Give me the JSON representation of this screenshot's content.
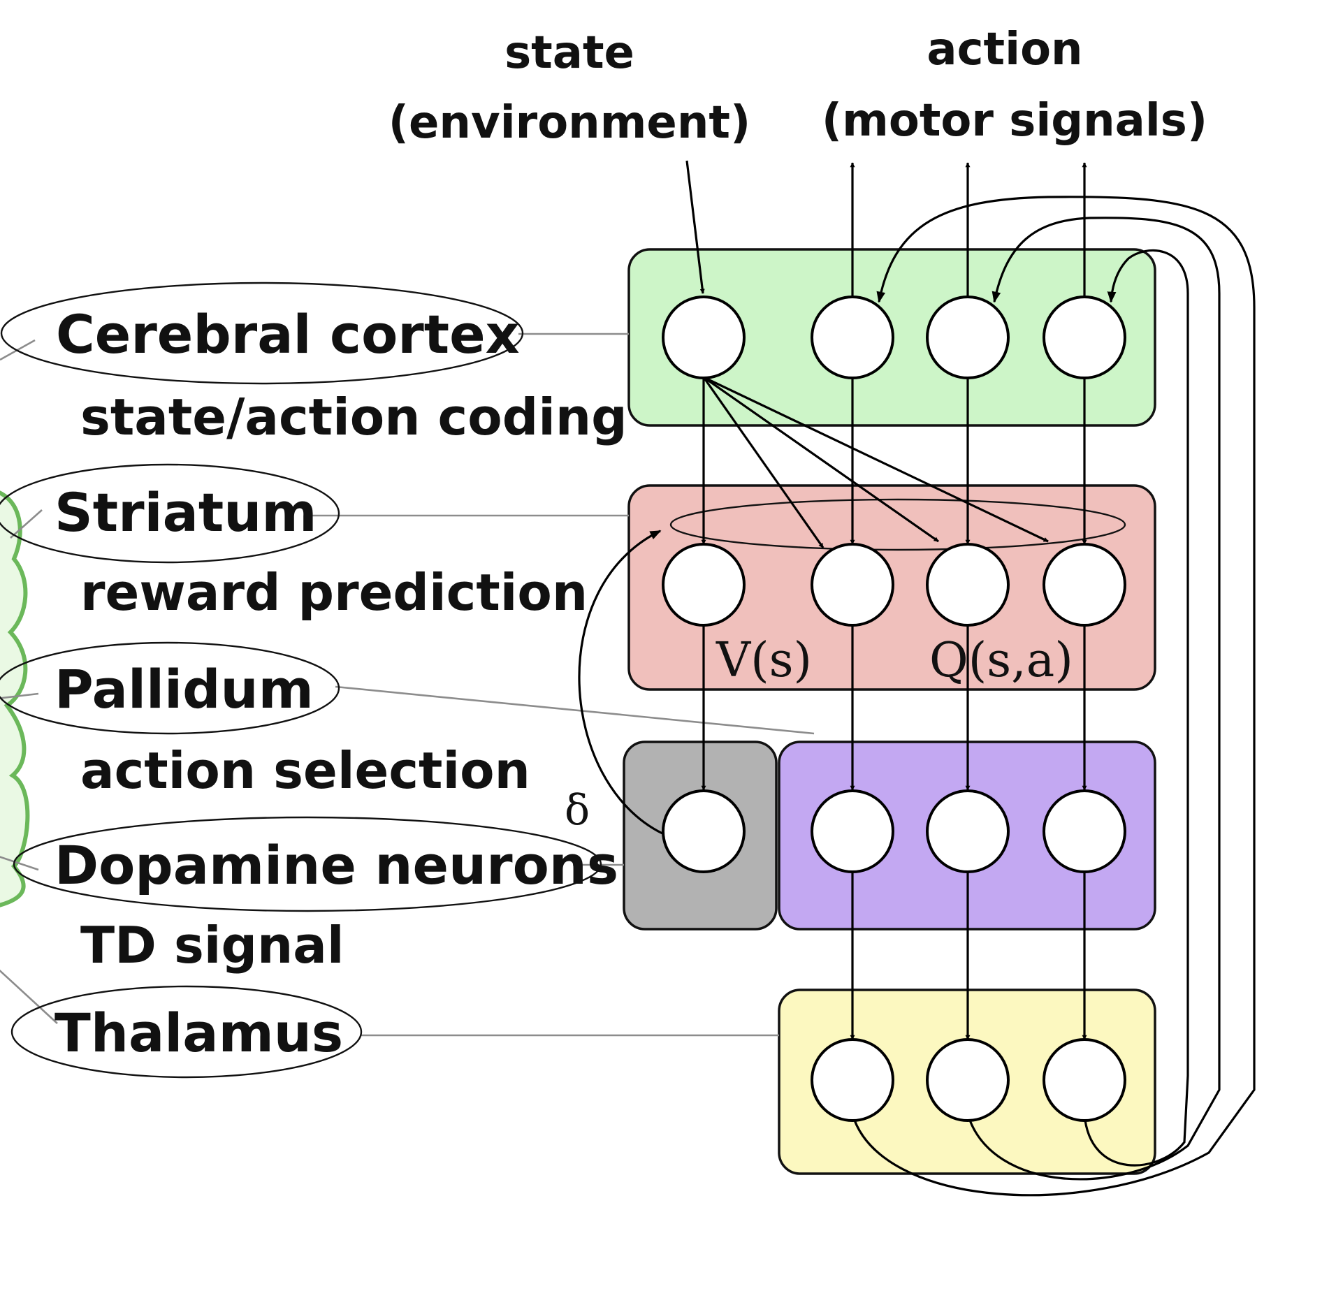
{
  "header": {
    "state_line1": "state",
    "state_line2": "(environment)",
    "action_line1": "action",
    "action_line2": "(motor signals)"
  },
  "regions": [
    {
      "name": "Cerebral cortex",
      "function": "state/action coding",
      "color": "#cdf5c8"
    },
    {
      "name": "Striatum",
      "function": "reward prediction",
      "color": "#f0c0bc"
    },
    {
      "name": "Pallidum",
      "function": "action selection",
      "color": "#c3a8f2"
    },
    {
      "name": "Dopamine neurons",
      "function": "TD signal",
      "color": "#b2b2b2"
    },
    {
      "name": "Thalamus",
      "function": "",
      "color": "#fcf8c0"
    }
  ],
  "math": {
    "value": "V(s)",
    "qvalue": "Q(s,a)",
    "delta": "δ"
  },
  "colors": {
    "brain_outline": "#6bb85a",
    "brain_fill": "#eaf9e4"
  }
}
